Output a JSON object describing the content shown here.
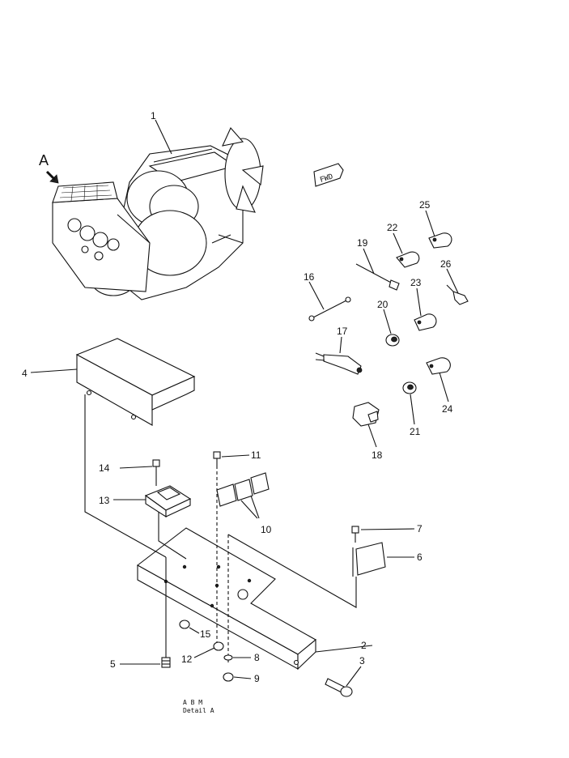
{
  "view_marker": {
    "letter": "A"
  },
  "fwd_label": "FWD",
  "callouts": [
    "1",
    "2",
    "3",
    "4",
    "5",
    "6",
    "7",
    "8",
    "9",
    "10",
    "11",
    "12",
    "13",
    "14",
    "15",
    "16",
    "17",
    "18",
    "19",
    "20",
    "21",
    "22",
    "23",
    "24",
    "25",
    "26"
  ],
  "caption": {
    "line1": "A  B  M",
    "line2": "Detail  A"
  }
}
